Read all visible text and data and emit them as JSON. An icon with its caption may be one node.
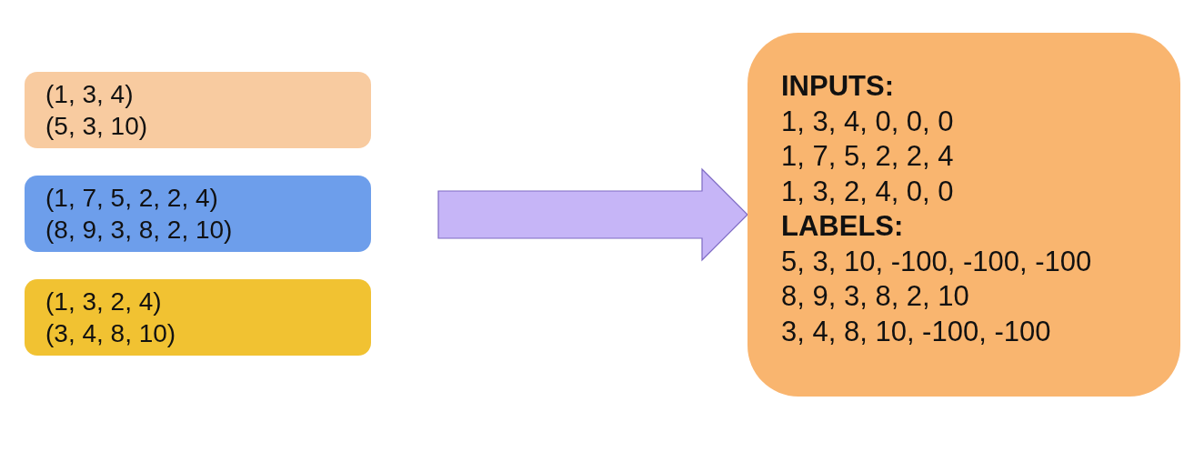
{
  "diagram": {
    "nodes": [
      {
        "text": [
          "(1, 3, 4)",
          "(5, 3, 10)"
        ]
      },
      {
        "text": [
          "(1, 7, 5, 2, 2, 4)",
          "(8, 9, 3, 8, 2, 10)"
        ]
      },
      {
        "text": [
          "(1, 3, 2, 4)",
          "(3, 4, 8, 10)"
        ]
      },
      {
        "text": [
          "INPUTS:",
          "1, 3, 4, 0, 0, 0",
          "1, 7, 5, 2, 2, 4",
          "1, 3, 2, 4, 0, 0",
          "LABELS:",
          "5, 3, 10, -100, -100, -100",
          "8, 9, 3, 8, 2, 10",
          "3, 4, 8, 10, -100, -100"
        ]
      }
    ],
    "edges": [
      {
        "from": null,
        "to": 3,
        "arrow": "to"
      }
    ]
  }
}
